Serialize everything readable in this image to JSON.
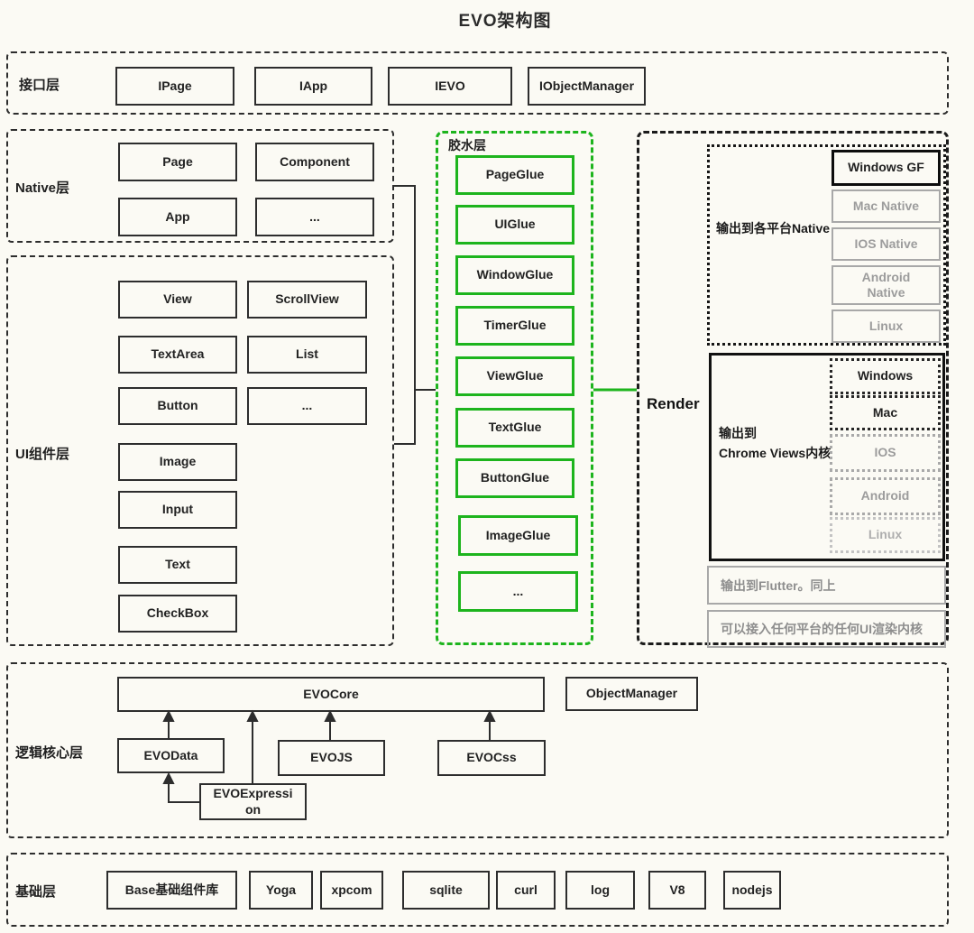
{
  "title": "EVO架构图",
  "colors": {
    "accent_green": "#1db41d",
    "line_dark": "#2d2d2d",
    "gray": "#a8a8a8"
  },
  "interface_layer": {
    "label": "接口层",
    "boxes": [
      "IPage",
      "IApp",
      "IEVO",
      "IObjectManager"
    ]
  },
  "native_layer": {
    "label": "Native层",
    "boxes": [
      "Page",
      "Component",
      "App",
      "..."
    ]
  },
  "ui_layer": {
    "label": "UI组件层",
    "col1": [
      "View",
      "TextArea",
      "Button",
      "Image",
      "Input",
      "Text",
      "CheckBox"
    ],
    "col2": [
      "ScrollView",
      "List",
      "..."
    ]
  },
  "glue_layer": {
    "label": "胶水层",
    "boxes": [
      "PageGlue",
      "UIGlue",
      "WindowGlue",
      "TimerGlue",
      "ViewGlue",
      "TextGlue",
      "ButtonGlue",
      "ImageGlue",
      "..."
    ]
  },
  "render_section": {
    "label": "Render",
    "native_output": {
      "label": "输出到各平台Native",
      "platforms": [
        "Windows GF",
        "Mac Native",
        "IOS Native",
        "Android Native",
        "Linux"
      ]
    },
    "chrome_output": {
      "label_line1": "输出到",
      "label_line2": "Chrome Views内核",
      "platforms": [
        "Windows",
        "Mac",
        "IOS",
        "Android",
        "Linux"
      ]
    },
    "notes": [
      "输出到Flutter。同上",
      "可以接入任何平台的任何UI渲染内核"
    ]
  },
  "logic_layer": {
    "label": "逻辑核心层",
    "core": "EVOCore",
    "object_manager": "ObjectManager",
    "data": "EVOData",
    "js": "EVOJS",
    "css": "EVOCss",
    "expression": "EVOExpression"
  },
  "base_layer": {
    "label": "基础层",
    "boxes": [
      "Base基础组件库",
      "Yoga",
      "xpcom",
      "sqlite",
      "curl",
      "log",
      "V8",
      "nodejs"
    ]
  }
}
